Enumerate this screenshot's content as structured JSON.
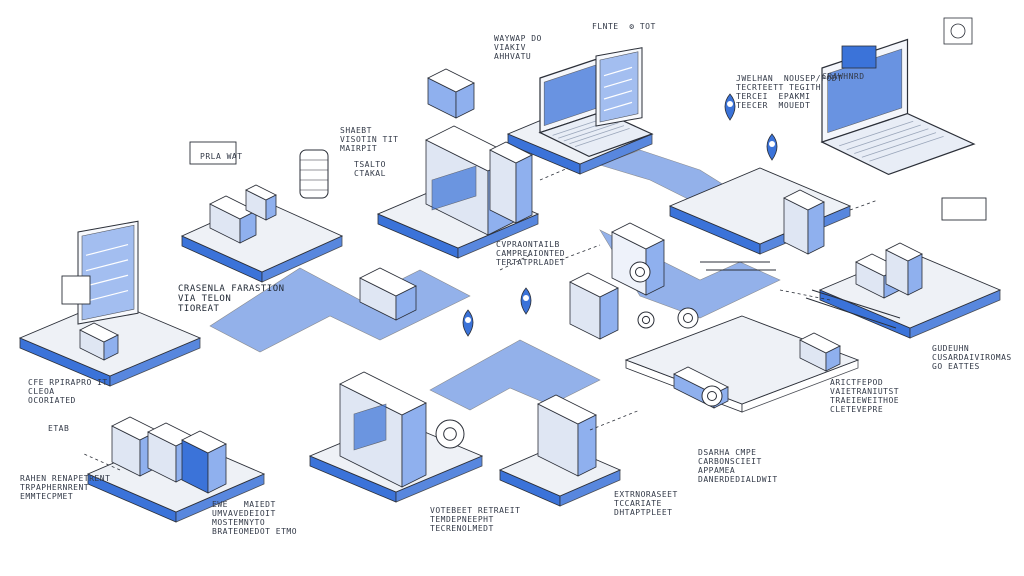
{
  "colors": {
    "accent": "#3b73d9",
    "accent_light": "#8fb0ee",
    "ink": "#2b2f38",
    "platform_top": "#eef1f6"
  },
  "labels": {
    "top_center_a": "WAYWAP DO\nVIAKIV\nAHHVATU",
    "top_center_b": "FLNTE  ⚙ TOT",
    "top_right_a": "CRAWHNRD",
    "top_right_b": "JWELHAN  NOUSEP/PODT\nTECRTEETT TEGITH\nTERCEI  EPAKMI\nTEECER  MOUEDT",
    "upper_left_a": "PRLA WAT",
    "upper_left_b": "SHAEBT\nVISOTIN TIT\nMAIRPIT",
    "upper_left_c": "TSALTO\nCTAKAL",
    "center_left": "CRASENLA FARASTION\nVIA TELON\nTIOREAT",
    "center_mid": "CVPRAONTAILB\nCAMPREAIONTED\nTERTATPRLADET",
    "left_a": "CFE RPIRAPRO IT\nCLEOA\nOCORIATED",
    "left_b": "ETAB",
    "left_c": "RAHEN RENAPETRENT\nTRPAPHERNRENT\nEMMTECPMET",
    "bottom_left": "EWE   MAIEDT\nUMVAVEDEIOIT\nMOSTEMNYTO\nBRATEOMEDOT ETMO",
    "bottom_mid": "VOTEBEET RETRAEIT\nTEMDEPNEEPHT\nTECRENOLMEDT",
    "bottom_center": "EXTRNORASEET\nTCCARIATE\nDHTAPTPLEET",
    "bottom_right": "DSARHA CMPE\nCARBONSCIEIT\nAPPAMEA\nDANERDEDIALDWIT",
    "right_mid": "ARICTFEPOD\nVAIETRANIUTST\nTRAEIEWEITHOE\nCLETEVEPRE",
    "right_edge": "GUDEUHN\nCUSARDAIVIROMAS\nGO EATTES"
  }
}
